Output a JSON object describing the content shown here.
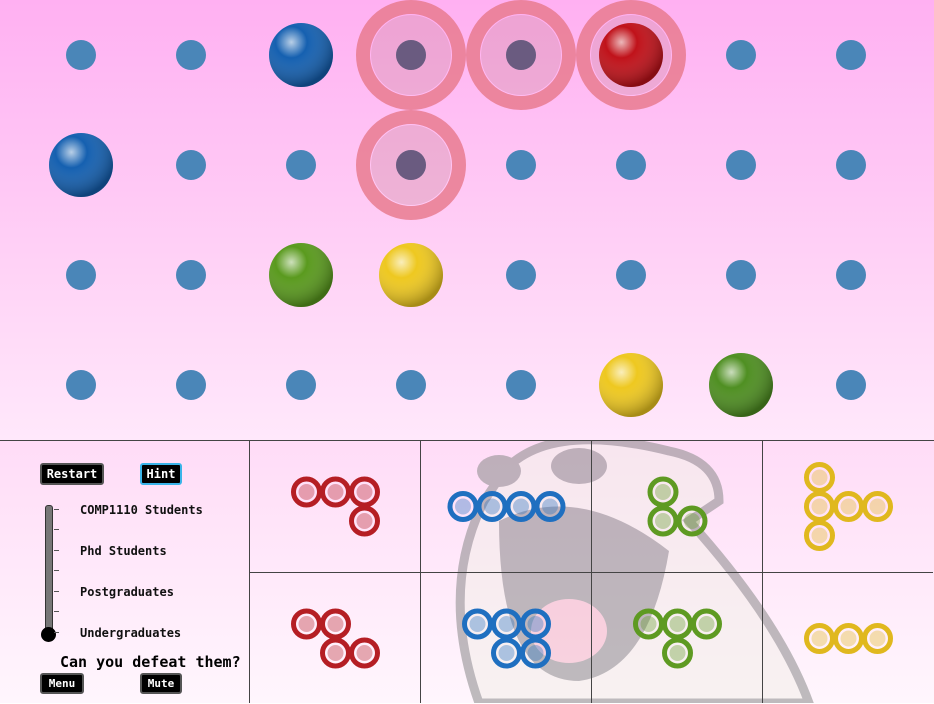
{
  "board": {
    "dots": {
      "rows": 4,
      "cols": 8,
      "color": "#4a86b8"
    },
    "marbles": [
      {
        "row": 0,
        "col": 2,
        "color": "#1560b0"
      },
      {
        "row": 0,
        "col": 5,
        "color": "#c0121a"
      },
      {
        "row": 1,
        "col": 0,
        "color": "#1560b0"
      },
      {
        "row": 2,
        "col": 2,
        "color": "#5a9a1e"
      },
      {
        "row": 2,
        "col": 3,
        "color": "#eec820"
      },
      {
        "row": 3,
        "col": 5,
        "color": "#eec820"
      },
      {
        "row": 3,
        "col": 6,
        "color": "#4f8f22"
      }
    ],
    "active_piece": {
      "color": "#e8788a",
      "cells": [
        [
          1,
          3
        ],
        [
          0,
          3
        ],
        [
          0,
          4
        ],
        [
          0,
          5
        ]
      ]
    }
  },
  "controls": {
    "restart_label": "Restart",
    "hint_label": "Hint",
    "menu_label": "Menu",
    "mute_label": "Mute",
    "prompt": "Can you defeat them?",
    "difficulty_levels": [
      "COMP1110 Students",
      "Phd Students",
      "Postgraduates",
      "Undergraduates"
    ],
    "selected_level": "Undergraduates"
  },
  "pieces": [
    {
      "id": "red-a",
      "color": "#b51e24",
      "cells": [
        [
          0,
          0
        ],
        [
          0,
          1
        ],
        [
          0,
          2
        ],
        [
          1,
          2
        ]
      ]
    },
    {
      "id": "blue-a",
      "color": "#1f6fc0",
      "cells": [
        [
          0,
          0
        ],
        [
          0,
          1
        ],
        [
          0,
          2
        ],
        [
          0,
          3
        ]
      ]
    },
    {
      "id": "green-a",
      "color": "#5e9a22",
      "cells": [
        [
          0,
          0
        ],
        [
          1,
          0
        ],
        [
          1,
          1
        ]
      ]
    },
    {
      "id": "yellow-a",
      "color": "#e0b81e",
      "cells": [
        [
          0,
          0
        ],
        [
          1,
          0
        ],
        [
          1,
          1
        ],
        [
          1,
          2
        ],
        [
          2,
          0
        ]
      ]
    },
    {
      "id": "red-b",
      "color": "#b51e24",
      "cells": [
        [
          0,
          0
        ],
        [
          0,
          1
        ],
        [
          1,
          1
        ],
        [
          1,
          2
        ]
      ]
    },
    {
      "id": "blue-b",
      "color": "#1f6fc0",
      "cells": [
        [
          0,
          0
        ],
        [
          0,
          1
        ],
        [
          0,
          2
        ],
        [
          1,
          1
        ],
        [
          1,
          2
        ]
      ]
    },
    {
      "id": "green-b",
      "color": "#5e9a22",
      "cells": [
        [
          0,
          0
        ],
        [
          0,
          1
        ],
        [
          0,
          2
        ],
        [
          1,
          1
        ]
      ]
    },
    {
      "id": "yellow-b",
      "color": "#e0b81e",
      "cells": [
        [
          0,
          0
        ],
        [
          0,
          1
        ],
        [
          0,
          2
        ]
      ]
    }
  ]
}
